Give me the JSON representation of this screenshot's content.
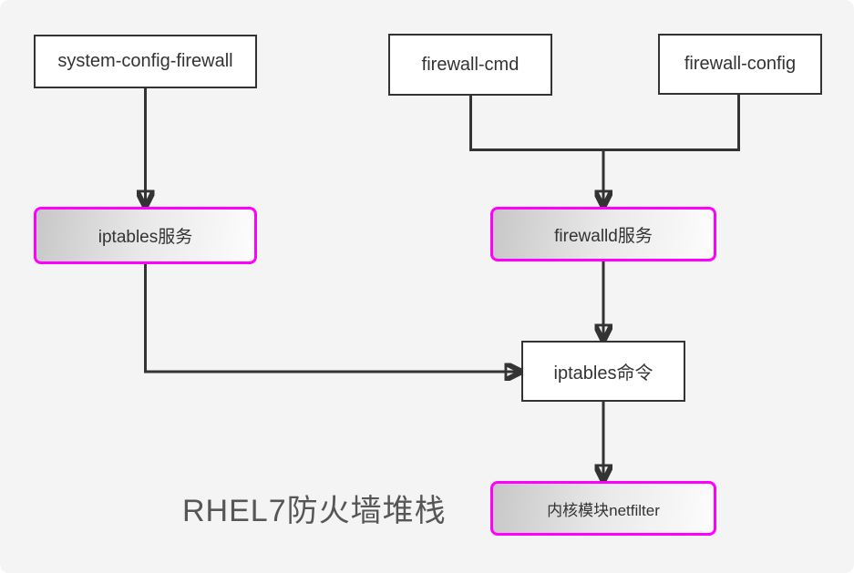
{
  "title": "RHEL7防火墙堆栈",
  "nodes": {
    "system_config_firewall": {
      "label": "system-config-firewall",
      "style": "plain"
    },
    "firewall_cmd": {
      "label": "firewall-cmd",
      "style": "plain"
    },
    "firewall_config": {
      "label": "firewall-config",
      "style": "plain"
    },
    "iptables_service": {
      "label": "iptables服务",
      "style": "highlight"
    },
    "firewalld_service": {
      "label": "firewalld服务",
      "style": "highlight"
    },
    "iptables_command": {
      "label": "iptables命令",
      "style": "plain"
    },
    "netfilter_module": {
      "label": "内核模块netfilter",
      "style": "highlight"
    }
  },
  "edges": [
    {
      "from": "system-config-firewall",
      "to": "iptables服务"
    },
    {
      "from": "firewall-cmd",
      "to": "firewalld服务"
    },
    {
      "from": "firewall-config",
      "to": "firewalld服务"
    },
    {
      "from": "firewalld服务",
      "to": "iptables命令"
    },
    {
      "from": "iptables服务",
      "to": "iptables命令"
    },
    {
      "from": "iptables命令",
      "to": "内核模块netfilter"
    }
  ],
  "colors": {
    "background": "#f4f4f5",
    "node_fill": "#ffffff",
    "node_border": "#333333",
    "highlight_border": "#ff00ff",
    "highlight_fill_start": "#c7c7c7",
    "highlight_fill_end": "#fdfdfd",
    "connector": "#333333",
    "title_text": "#565656"
  }
}
